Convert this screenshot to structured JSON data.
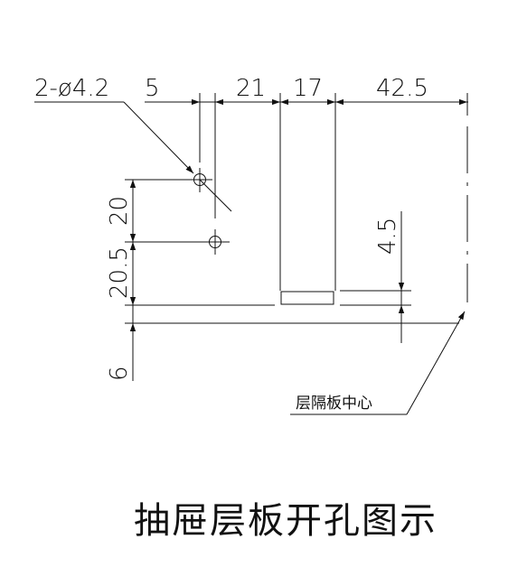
{
  "drawing": {
    "title": "抽屉层板开孔图示",
    "hole_callout": "2-ø4.2",
    "center_callout": "层隔板中心",
    "dims": {
      "top_5": "5",
      "top_21": "21",
      "top_17": "17",
      "top_42_5": "42.5",
      "left_20": "20",
      "left_20_5": "20.5",
      "left_6": "6",
      "right_4_5": "4.5"
    }
  }
}
